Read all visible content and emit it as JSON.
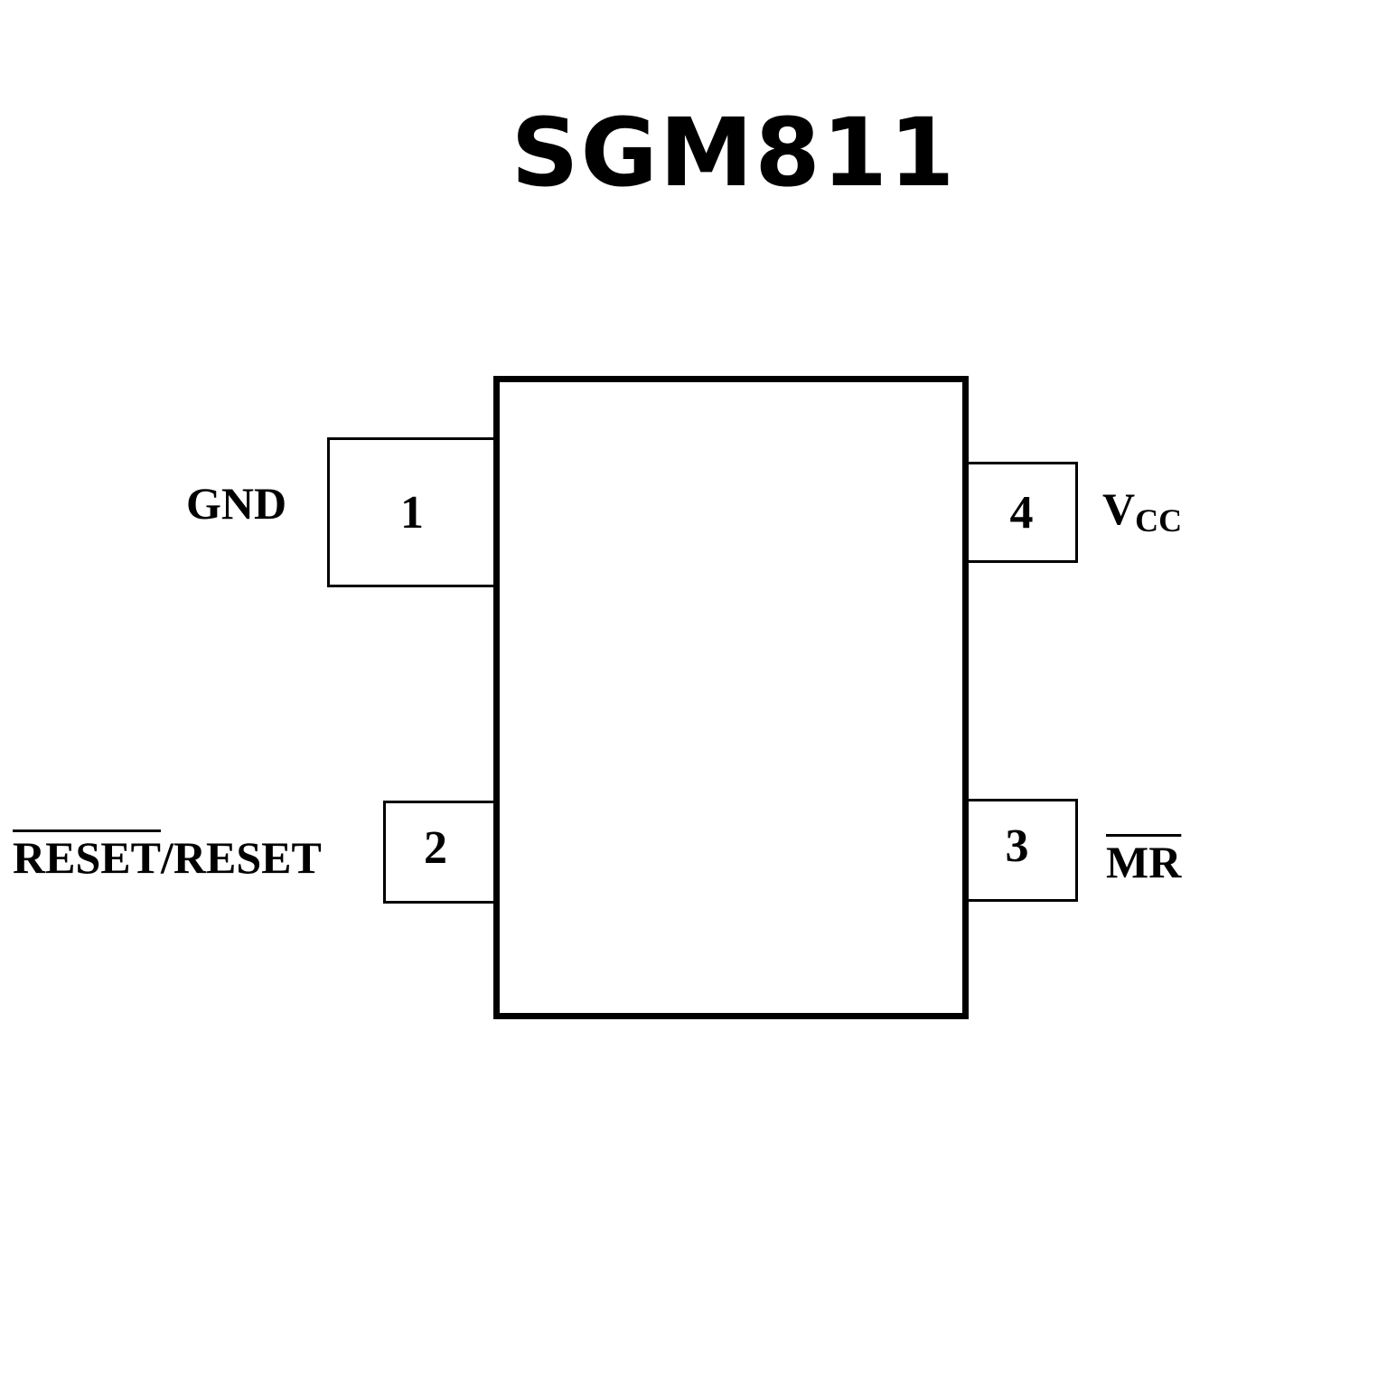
{
  "title": "SGM811",
  "pins": [
    {
      "number": "1",
      "name": "GND"
    },
    {
      "number": "2",
      "name_overlined": "RESET",
      "name_rest": "/RESET"
    },
    {
      "number": "3",
      "name_overlined": "MR"
    },
    {
      "number": "4",
      "name_main": "V",
      "name_sub": "CC"
    }
  ]
}
